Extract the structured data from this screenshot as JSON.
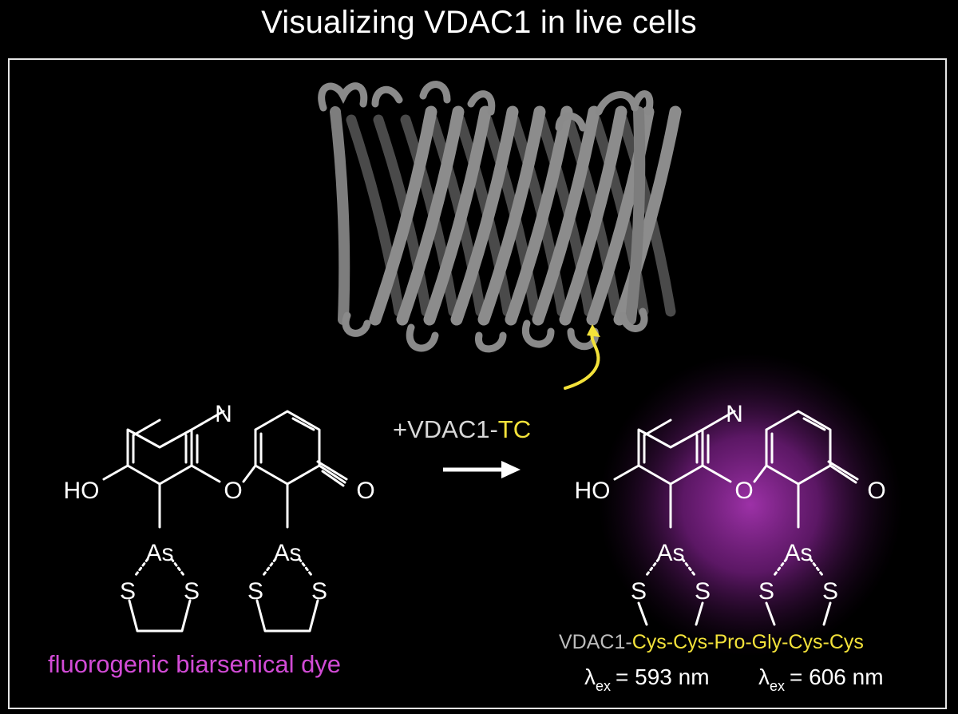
{
  "title": "Visualizing VDAC1 in live cells",
  "reagent": {
    "prefix": "+VDAC1-",
    "tag": "TC"
  },
  "dye_left": {
    "N": "N",
    "O_ring": "O",
    "O_keto": "O",
    "HO": "HO",
    "As1": "As",
    "As2": "As",
    "S1": "S",
    "S2": "S",
    "S3": "S",
    "S4": "S"
  },
  "dye_right": {
    "N": "N",
    "O_ring": "O",
    "O_keto": "O",
    "HO": "HO",
    "As1": "As",
    "As2": "As",
    "S1": "S",
    "S2": "S",
    "S3": "S",
    "S4": "S"
  },
  "dye_name": "fluorogenic biarsenical dye",
  "peptide": {
    "prefix": "VDAC1-",
    "sequence": "Cys-Cys-Pro-Gly-Cys-Cys"
  },
  "excitation": [
    {
      "symbol": "λ",
      "sub": "ex",
      "value": "= 593 nm"
    },
    {
      "symbol": "λ",
      "sub": "ex",
      "value": "= 606 nm"
    }
  ],
  "colors": {
    "background": "#000000",
    "text": "#ffffff",
    "protein": "#7a7a7a",
    "tag_yellow": "#f3e23a",
    "dye_magenta": "#d24bd6",
    "glow": "#9a2aa6",
    "peptide_gray": "#bdbdbd"
  }
}
